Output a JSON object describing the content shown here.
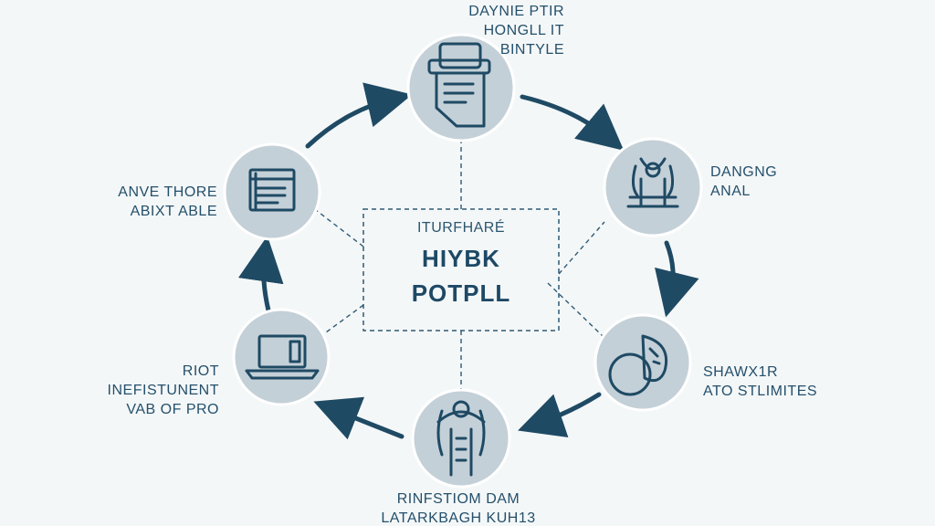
{
  "colors": {
    "background": "#f4f7f8",
    "node_fill": "#c4d0d8",
    "node_stroke": "#ffffff",
    "icon_stroke": "#1f4a64",
    "arrow": "#1f4a64",
    "text": "#24506b",
    "dashed": "#2e5a74"
  },
  "center": {
    "subtitle": "ITURFHARÉ",
    "title_line1": "HIYBK",
    "title_line2": "POTPLL"
  },
  "nodes": [
    {
      "id": "top",
      "icon": "printer-document-icon",
      "lines": [
        "DAYNIE PTIR",
        "HONGLL IT",
        "BINTYLE"
      ]
    },
    {
      "id": "upper-right",
      "icon": "people-group-icon",
      "lines": [
        "DANGNG",
        "ANAL"
      ]
    },
    {
      "id": "lower-right",
      "icon": "pie-chart-icon",
      "lines": [
        "SHAWX1R",
        "ATO STLIMITES"
      ]
    },
    {
      "id": "bottom",
      "icon": "person-team-icon",
      "lines": [
        "RINFSTIOM DAM",
        "LATARKBAGH KUH13"
      ]
    },
    {
      "id": "lower-left",
      "icon": "laptop-icon",
      "lines": [
        "RIOT",
        "INEFISTUNENT",
        "VAB OF PRO"
      ]
    },
    {
      "id": "upper-left",
      "icon": "document-list-icon",
      "lines": [
        "ANVE THORE",
        "ABIXT ABLE"
      ]
    }
  ]
}
